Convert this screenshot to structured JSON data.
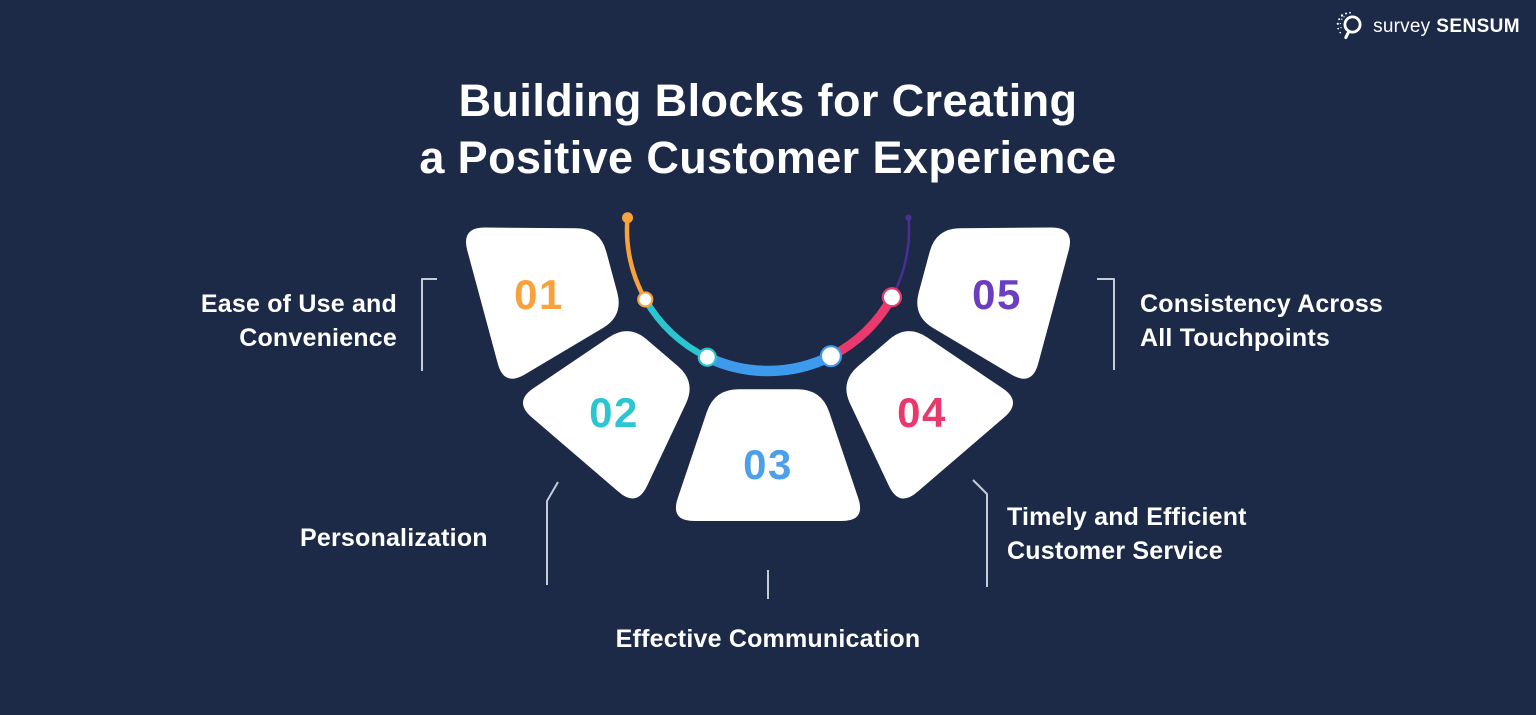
{
  "page": {
    "background": "#1C2A47",
    "block_fill": "#FFFFFF",
    "text_color": "#FFFFFF",
    "connector_color": "#D8DDE7"
  },
  "logo": {
    "icon": "surveysensum-magnifier-icon",
    "brand_light": "survey",
    "brand_bold": "SENSUM"
  },
  "title": {
    "line1": "Building Blocks for Creating",
    "line2": "a Positive Customer Experience"
  },
  "blocks": [
    {
      "number": "01",
      "color": "#F9A23C",
      "label1": "Ease of Use and",
      "label2": "Convenience"
    },
    {
      "number": "02",
      "color": "#2CC6D3",
      "label1": "Personalization",
      "label2": ""
    },
    {
      "number": "03",
      "color": "#4C9FE8",
      "label1": "Effective Communication",
      "label2": ""
    },
    {
      "number": "04",
      "color": "#E9396C",
      "label1": "Timely and Efficient",
      "label2": "Customer Service"
    },
    {
      "number": "05",
      "color": "#6B3EC1",
      "label1": "Consistency Across",
      "label2": "All Touchpoints"
    }
  ],
  "arc": {
    "segments": [
      {
        "name": "arc-segment-01",
        "color": "#F9A23C"
      },
      {
        "name": "arc-segment-02",
        "color": "#2BC5D0"
      },
      {
        "name": "arc-segment-03",
        "color": "#3D9AEC"
      },
      {
        "name": "arc-segment-04",
        "color": "#EA3A6D"
      },
      {
        "name": "arc-segment-05",
        "color": "#4B2E96"
      }
    ]
  }
}
